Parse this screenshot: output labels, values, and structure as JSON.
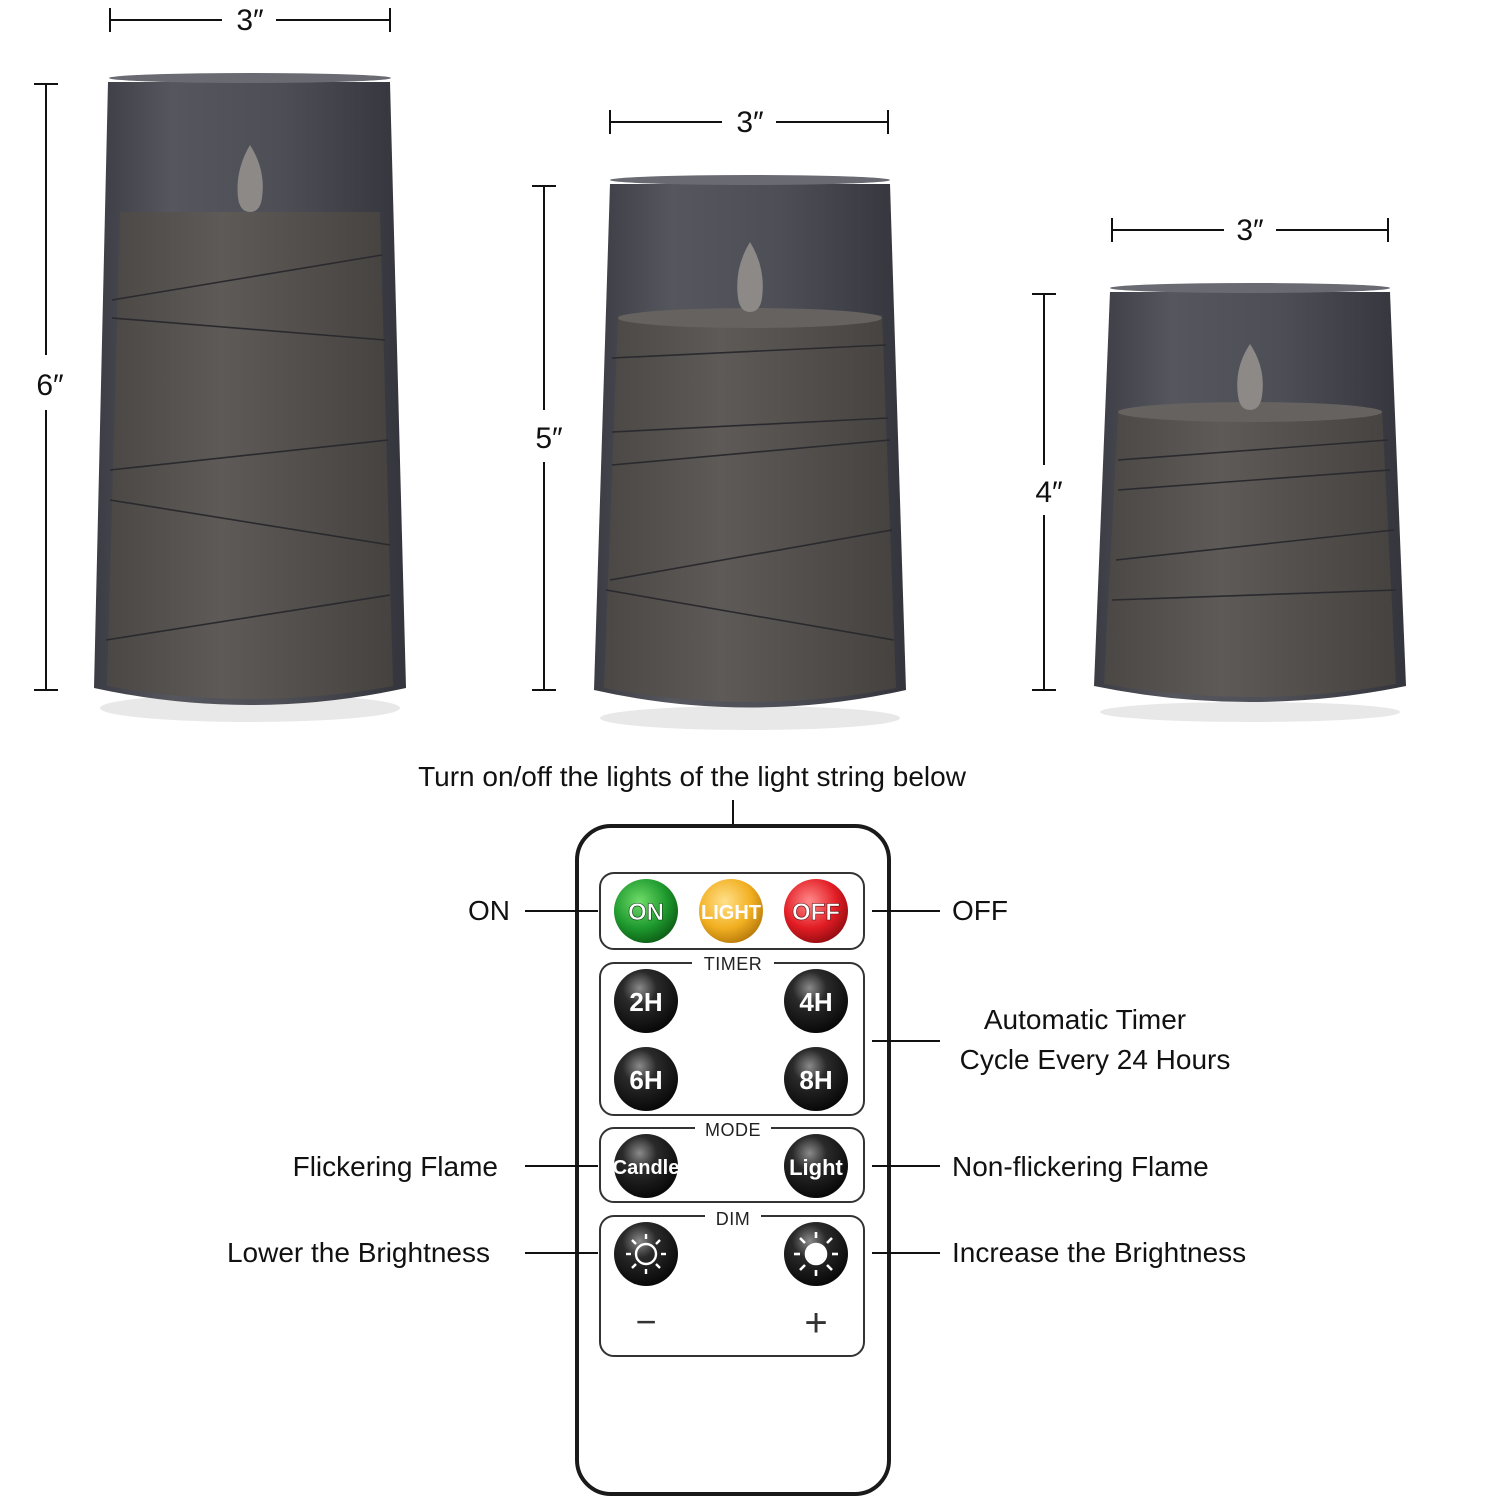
{
  "candles": [
    {
      "width": "3″",
      "height": "6″"
    },
    {
      "width": "3″",
      "height": "5″"
    },
    {
      "width": "3″",
      "height": "4″"
    }
  ],
  "remote": {
    "top_note": "Turn on/off the lights of the light string below",
    "buttons": {
      "on": "ON",
      "light": "LIGHT",
      "off": "OFF",
      "t2": "2H",
      "t4": "4H",
      "t6": "6H",
      "t8": "8H",
      "candle": "Candle",
      "light_mode": "Light"
    },
    "sections": {
      "timer": "TIMER",
      "mode": "MODE",
      "dim": "DIM"
    },
    "dim_signs": {
      "minus": "−",
      "plus": "+"
    }
  },
  "callouts": {
    "on": "ON",
    "off": "OFF",
    "timer_line1": "Automatic Timer",
    "timer_line2": "Cycle Every 24 Hours",
    "flicker": "Flickering Flame",
    "non_flicker": "Non-flickering Flame",
    "lower": "Lower the Brightness",
    "increase": "Increase the Brightness"
  },
  "colors": {
    "on": "#1f9a2e",
    "light": "#f2b022",
    "off": "#e21d24",
    "black_button": "#1a1a1a",
    "glass": "#4a4b53"
  }
}
